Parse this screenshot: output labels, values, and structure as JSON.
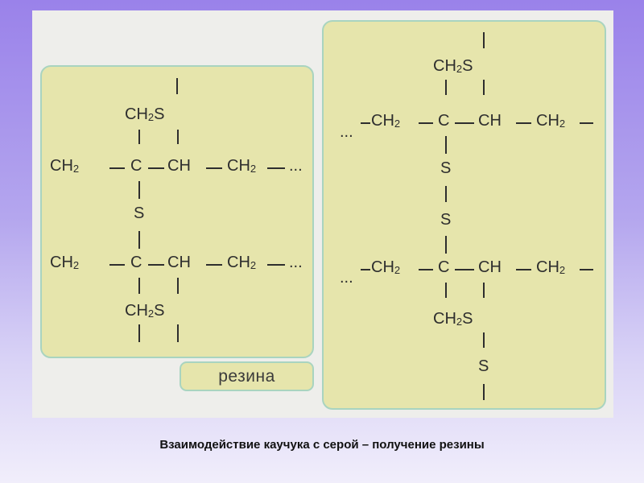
{
  "labels": {
    "ch2": "CH",
    "ch2_sub": "2",
    "ch2s": "CH",
    "ch2s_sub": "2",
    "ch2s_s": "S",
    "c": "C",
    "ch": "CH",
    "s": "S",
    "dots": "..."
  },
  "rezina_label": "резина",
  "caption": "Взаимодействие каучука с серой – получение резины"
}
